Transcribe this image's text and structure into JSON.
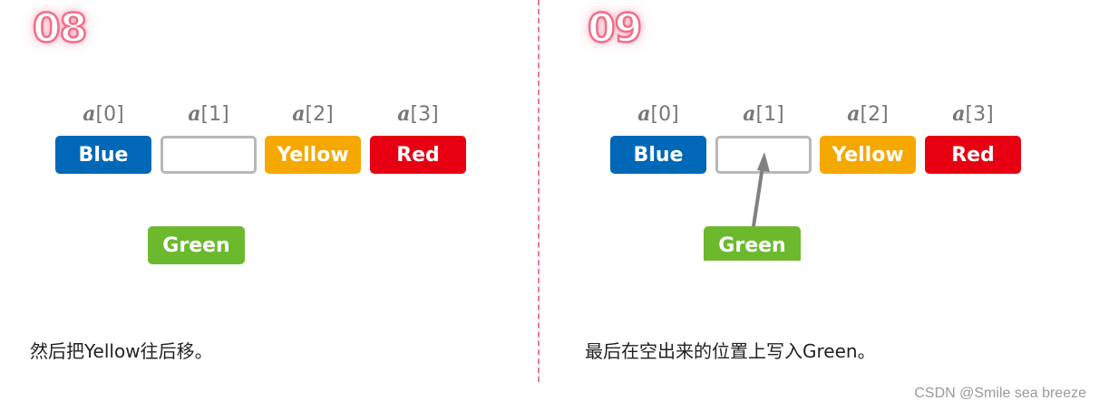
{
  "colors": {
    "blue": "#0068b7",
    "yellow": "#f5a800",
    "red": "#e60012",
    "green": "#6cb92e",
    "empty_border": "#b8b8b8",
    "index_text": "#777777",
    "step_number": "#ef6f8a",
    "divider": "#e97d93",
    "arrow": "#808080"
  },
  "panels": [
    {
      "step": "08",
      "indices": [
        {
          "var": "a",
          "label": "[0]"
        },
        {
          "var": "a",
          "label": "[1]"
        },
        {
          "var": "a",
          "label": "[2]"
        },
        {
          "var": "a",
          "label": "[3]"
        }
      ],
      "cells": [
        "Blue",
        "",
        "Yellow",
        "Red"
      ],
      "pending": "Green",
      "caption": "然后把Yellow往后移。"
    },
    {
      "step": "09",
      "indices": [
        {
          "var": "a",
          "label": "[0]"
        },
        {
          "var": "a",
          "label": "[1]"
        },
        {
          "var": "a",
          "label": "[2]"
        },
        {
          "var": "a",
          "label": "[3]"
        }
      ],
      "cells": [
        "Blue",
        "",
        "Yellow",
        "Red"
      ],
      "pending": "Green",
      "arrow": {
        "from": "Green",
        "to": "a[1]"
      },
      "caption": "最后在空出来的位置上写入Green。"
    }
  ],
  "watermark": "CSDN @Smile sea breeze"
}
